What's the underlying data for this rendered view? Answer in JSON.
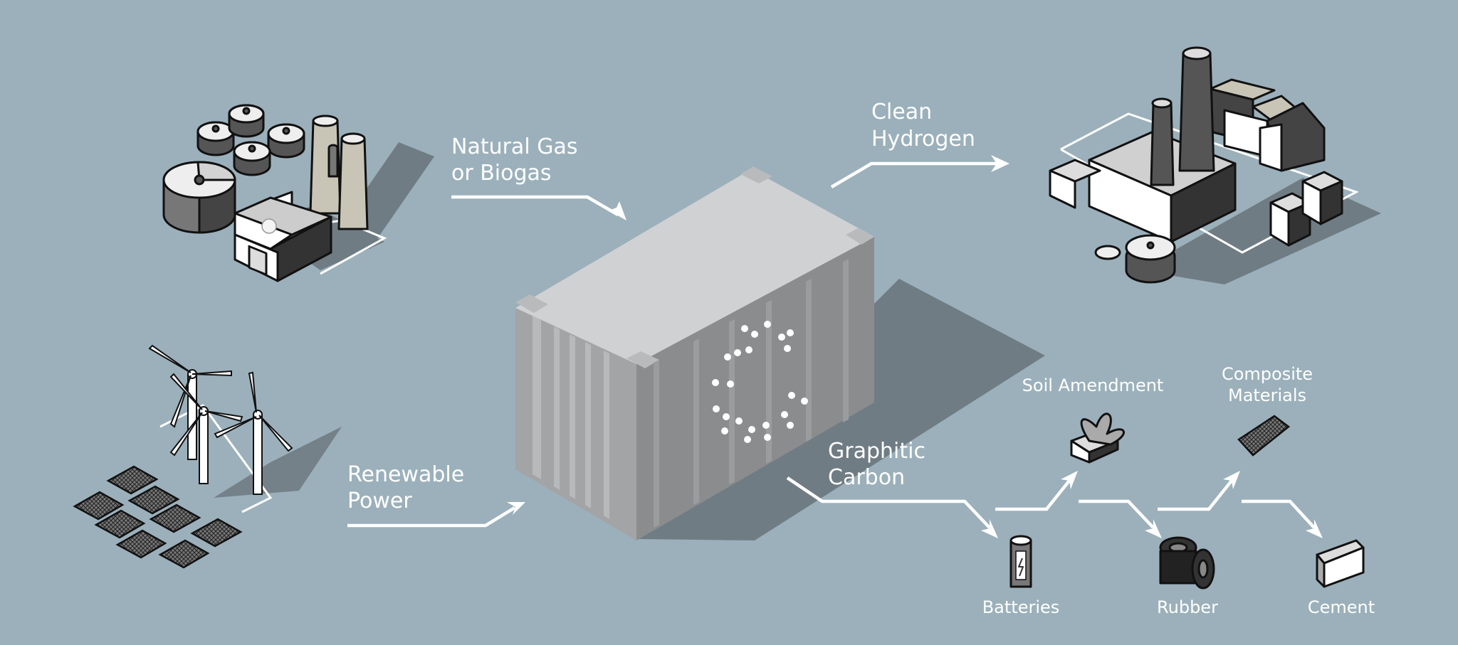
{
  "labels": {
    "natural_gas_line1": "Natural Gas",
    "natural_gas_line2": "or Biogas",
    "renewable_line1": "Renewable",
    "renewable_line2": "Power",
    "clean_line1": "Clean",
    "clean_line2": "Hydrogen",
    "graphitic_line1": "Graphitic",
    "graphitic_line2": "Carbon",
    "soil": "Soil Amendment",
    "composite_line1": "Composite",
    "composite_line2": "Materials",
    "batteries": "Batteries",
    "rubber": "Rubber",
    "cement": "Cement"
  },
  "colors": {
    "background": "#9bb0bb",
    "shadow": "#707c84",
    "arrow": "#ffffff",
    "container_top": "#d0d1d3",
    "container_side": "#8e8f90"
  }
}
